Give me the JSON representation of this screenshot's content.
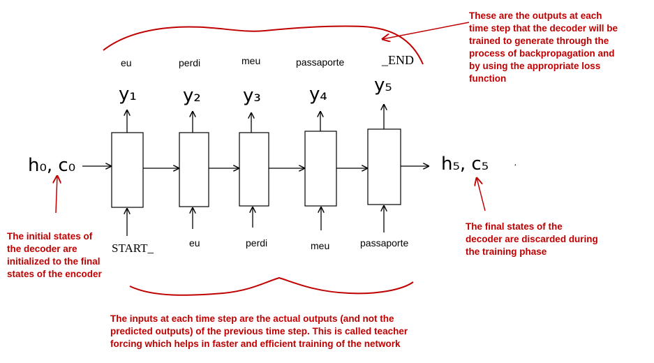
{
  "diagram": {
    "initial_state_label": "h₀, c₀",
    "final_state_label": "h₅, c₅",
    "steps": [
      {
        "output": "y₁",
        "target_word": "eu",
        "input_word": "START_"
      },
      {
        "output": "y₂",
        "target_word": "perdi",
        "input_word": "eu"
      },
      {
        "output": "y₃",
        "target_word": "meu",
        "input_word": "perdi"
      },
      {
        "output": "y₄",
        "target_word": "passaporte",
        "input_word": "meu"
      },
      {
        "output": "y₅",
        "target_word": "_END",
        "input_word": "passaporte"
      }
    ]
  },
  "annotations": {
    "outputs_note": "These are the outputs at each time step that the decoder will be trained to generate through the process of backpropagation and by using the appropriate loss function",
    "initial_states_note": "The initial states of the decoder are initialized to the final states of the encoder",
    "final_states_note": "The final states of the decoder are discarded during the training phase",
    "inputs_note": "The inputs at each time step are the actual outputs (and not the predicted outputs) of the previous time step. This is called teacher forcing which helps in faster and efficient training of the network"
  },
  "colors": {
    "annotation": "#c00000",
    "diagram": "#000000"
  }
}
